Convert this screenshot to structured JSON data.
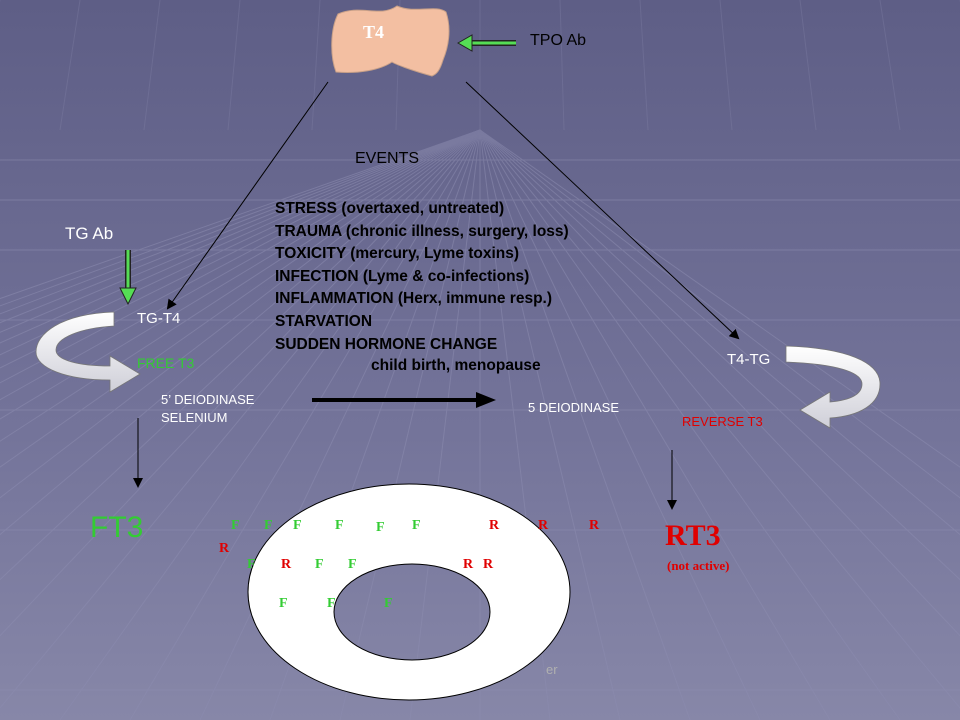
{
  "thyroid": {
    "label": "T4"
  },
  "labels": {
    "tpo_ab": "TPO Ab",
    "events_heading": "EVENTS",
    "tg_ab": "TG Ab",
    "tg_t4": "TG-T4",
    "free_t3": "FREE T3",
    "t4_tg": "T4-TG",
    "reverse_t3": "REVERSE T3",
    "deiodinase_5p": "5’ DEIODINASE",
    "selenium": "SELENIUM",
    "deiodinase_5": "5 DEIODINASE",
    "ft3": "FT3",
    "rt3": "RT3",
    "not_active": "(not active)",
    "watermark": "er"
  },
  "events": [
    {
      "bold": "STRESS",
      "rest": " (overtaxed, untreated)"
    },
    {
      "bold": "TRAUMA",
      "rest": " (chronic illness, surgery, loss)"
    },
    {
      "bold": "TOXICITY",
      "rest": " (mercury, Lyme toxins)"
    },
    {
      "bold": "INFECTION",
      "rest": " (Lyme & co-infections)"
    },
    {
      "bold": "INFLAMMATION",
      "rest": " (Herx, immune resp.)"
    },
    {
      "bold": "STARVATION",
      "rest": ""
    },
    {
      "bold": "SUDDEN HORMONE CHANGE",
      "rest": ""
    }
  ],
  "events_sub": "child birth, menopause",
  "receptor_letters": {
    "F": "F",
    "R": "R"
  },
  "colors": {
    "background": "#6f6f93",
    "grid_line": "#8a8aad",
    "green_label": "#33cc33",
    "red_label": "#e00000",
    "thyroid_fill": "#f3bfa2",
    "arrow_green": "#44cc44"
  }
}
